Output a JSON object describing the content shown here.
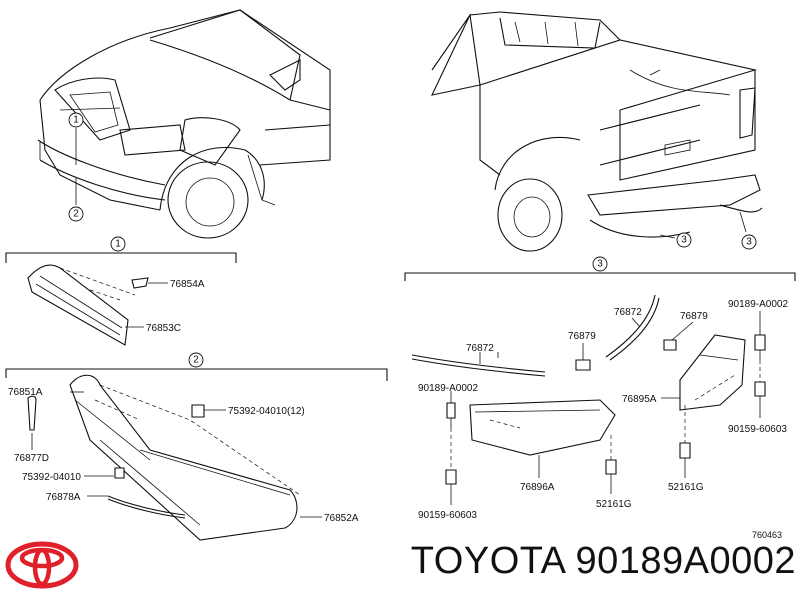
{
  "parts": {
    "p76854A": "76854A",
    "p76853C": "76853C",
    "p76851A": "76851A",
    "p76877D": "76877D",
    "p75392_04010": "75392-04010",
    "p75392_04010_12": "75392-04010(12)",
    "p76878A": "76878A",
    "p76852A": "76852A",
    "p76872_left": "76872",
    "p76872_right": "76872",
    "p76879_left": "76879",
    "p76879_right": "76879",
    "p90189_left": "90189-A0002",
    "p90189_right": "90189-A0002",
    "p90159_left": "90159-60603",
    "p90159_right": "90159-60603",
    "p76896A": "76896A",
    "p52161G_left": "52161G",
    "p52161G_right": "52161G",
    "p76895A": "76895A"
  },
  "callouts": {
    "one": "1",
    "two": "2",
    "three": "3"
  },
  "doc_code": "760463",
  "footer": {
    "brand": "TOYOTA",
    "part_number": "90189A0002",
    "title": "TOYOTA 90189A0002"
  },
  "colors": {
    "logo_red": "#e0202a",
    "line": "#111111"
  },
  "icons": {
    "logo": "toyota-logo-icon"
  }
}
